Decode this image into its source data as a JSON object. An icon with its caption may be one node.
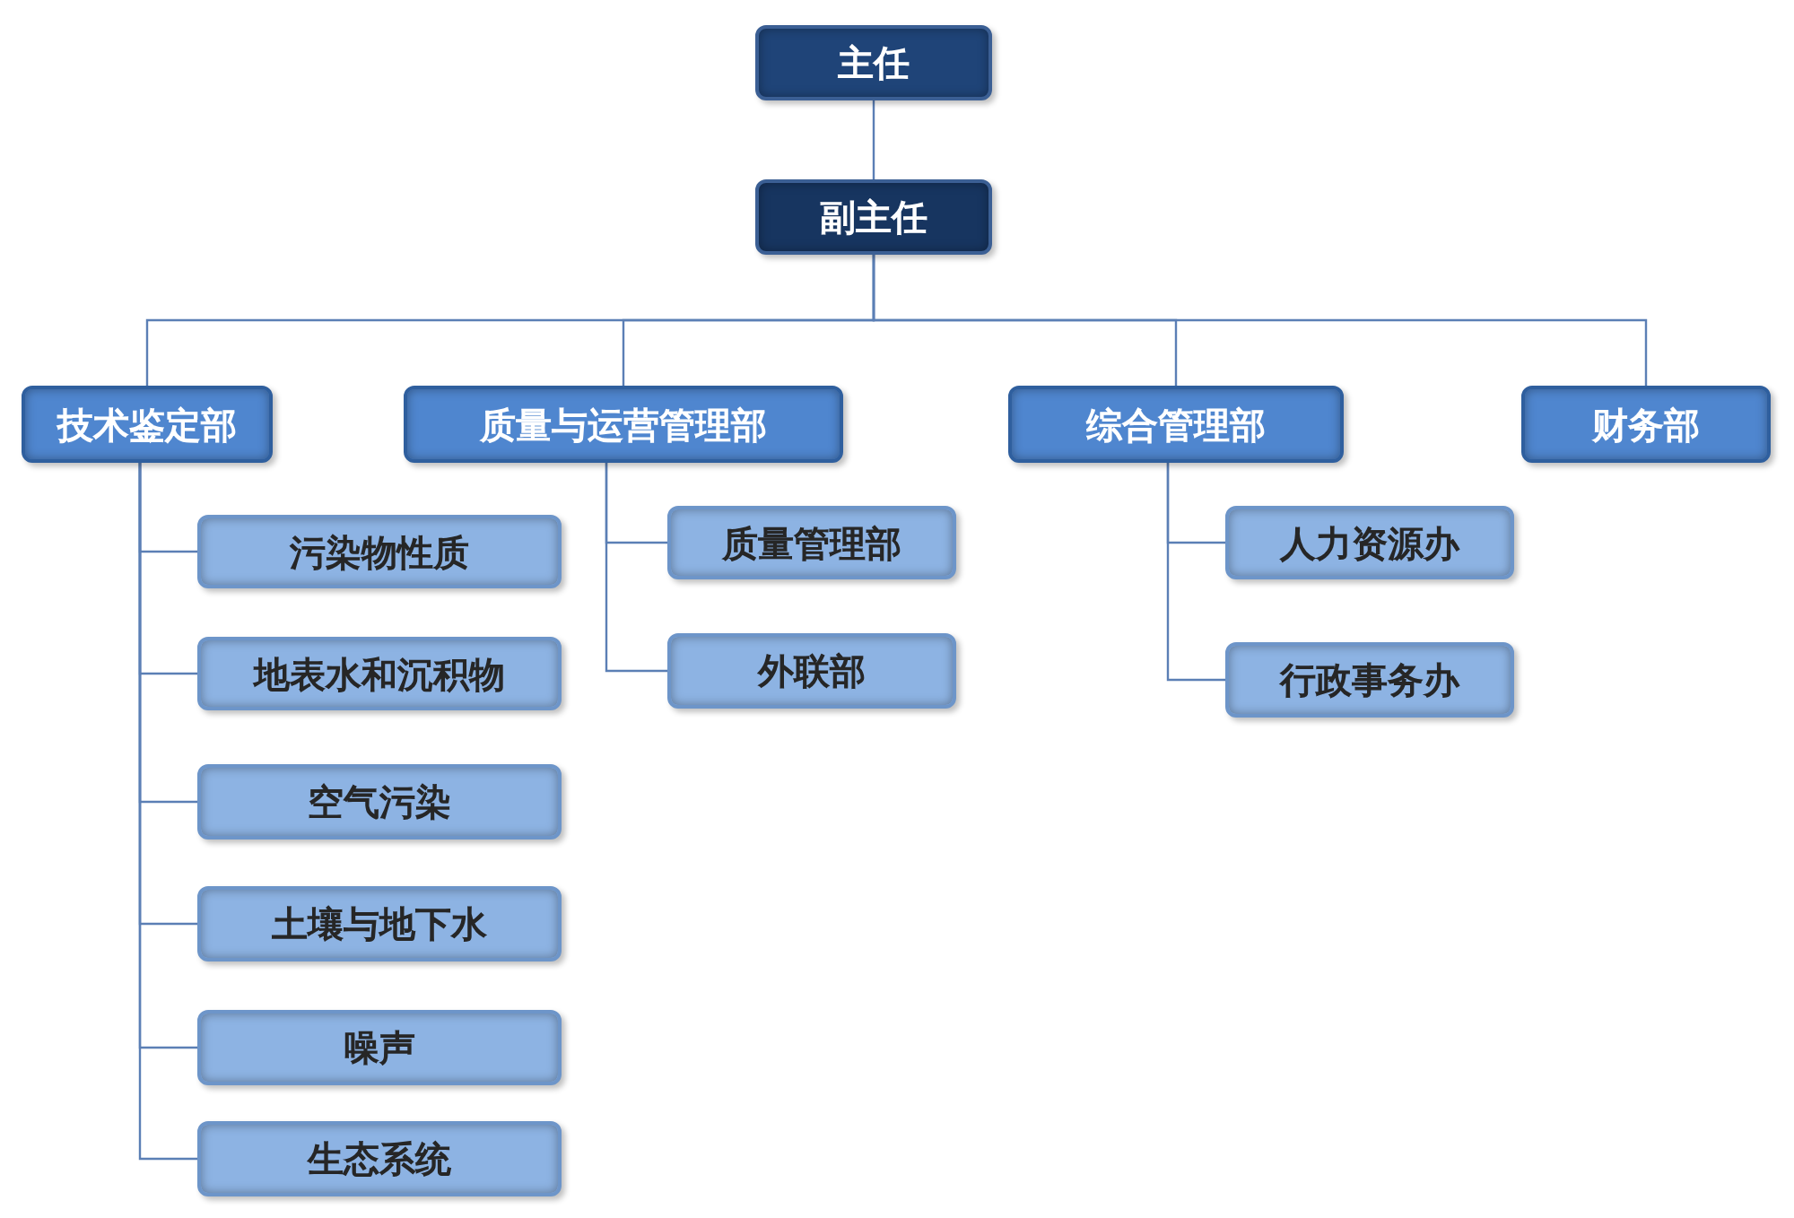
{
  "diagram": {
    "nodes": [
      {
        "text": [
          "主任"
        ]
      },
      {
        "text": [
          "副主任"
        ]
      },
      {
        "text": [
          "技术鉴定部"
        ]
      },
      {
        "text": [
          "质量与运营管理部"
        ]
      },
      {
        "text": [
          "综合管理部"
        ]
      },
      {
        "text": [
          "财务部"
        ]
      },
      {
        "text": [
          "污染物性质"
        ]
      },
      {
        "text": [
          "地表水和沉积物"
        ]
      },
      {
        "text": [
          "空气污染"
        ]
      },
      {
        "text": [
          "土壤与地下水"
        ]
      },
      {
        "text": [
          "噪声"
        ]
      },
      {
        "text": [
          "生态系统"
        ]
      },
      {
        "text": [
          "质量管理部"
        ]
      },
      {
        "text": [
          "外联部"
        ]
      },
      {
        "text": [
          "人力资源办"
        ]
      },
      {
        "text": [
          "行政事务办"
        ]
      }
    ],
    "edges": [
      {
        "from": 0,
        "to": 1,
        "arrow": "none"
      },
      {
        "from": 1,
        "to": 2,
        "arrow": "none"
      },
      {
        "from": 1,
        "to": 3,
        "arrow": "none"
      },
      {
        "from": 1,
        "to": 4,
        "arrow": "none"
      },
      {
        "from": 1,
        "to": 5,
        "arrow": "none"
      },
      {
        "from": 2,
        "to": 6,
        "arrow": "none"
      },
      {
        "from": 2,
        "to": 7,
        "arrow": "none"
      },
      {
        "from": 2,
        "to": 8,
        "arrow": "none"
      },
      {
        "from": 2,
        "to": 9,
        "arrow": "none"
      },
      {
        "from": 2,
        "to": 10,
        "arrow": "none"
      },
      {
        "from": 2,
        "to": 11,
        "arrow": "none"
      },
      {
        "from": 3,
        "to": 12,
        "arrow": "none"
      },
      {
        "from": 3,
        "to": 13,
        "arrow": "none"
      },
      {
        "from": 4,
        "to": 14,
        "arrow": "none"
      },
      {
        "from": 4,
        "to": 15,
        "arrow": "none"
      }
    ]
  }
}
